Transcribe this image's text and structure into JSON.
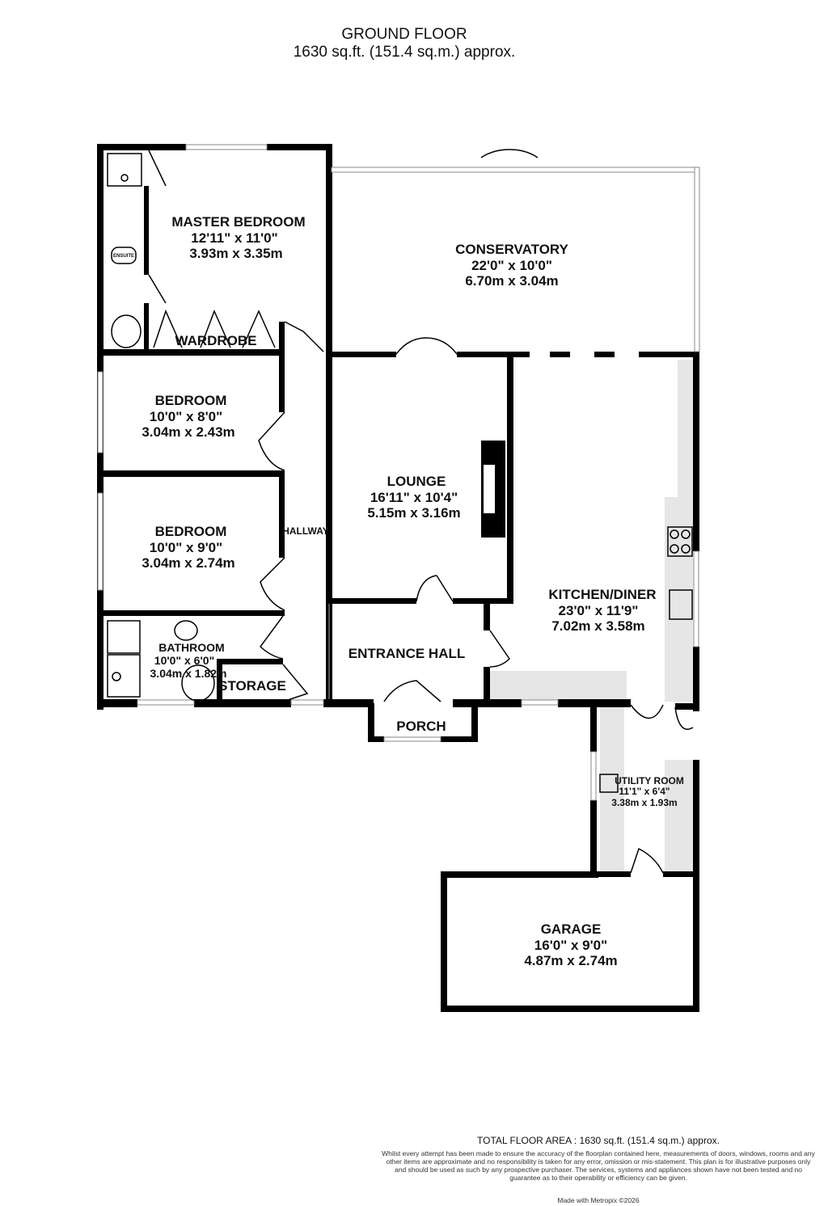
{
  "header": {
    "title": "GROUND FLOOR",
    "area": "1630 sq.ft. (151.4 sq.m.) approx."
  },
  "rooms": {
    "master_bedroom": {
      "name": "MASTER BEDROOM",
      "imperial": "12'11\"  x 11'0\"",
      "metric": "3.93m  x 3.35m"
    },
    "ensuite": {
      "name": "ENSUITE"
    },
    "wardrobe": {
      "name": "WARDROBE"
    },
    "conservatory": {
      "name": "CONSERVATORY",
      "imperial": "22'0\"  x 10'0\"",
      "metric": "6.70m  x 3.04m"
    },
    "bedroom1": {
      "name": "BEDROOM",
      "imperial": "10'0\"  x 8'0\"",
      "metric": "3.04m  x 2.43m"
    },
    "bedroom2": {
      "name": "BEDROOM",
      "imperial": "10'0\"  x 9'0\"",
      "metric": "3.04m  x 2.74m"
    },
    "hallway": {
      "name": "HALLWAY"
    },
    "lounge": {
      "name": "LOUNGE",
      "imperial": "16'11\"  x 10'4\"",
      "metric": "5.15m  x 3.16m"
    },
    "kitchen": {
      "name": "KITCHEN/DINER",
      "imperial": "23'0\"  x 11'9\"",
      "metric": "7.02m  x 3.58m"
    },
    "bathroom": {
      "name": "BATHROOM",
      "imperial": "10'0\"  x 6'0\"",
      "metric": "3.04m  x 1.82m"
    },
    "storage": {
      "name": "STORAGE"
    },
    "entrance_hall": {
      "name": "ENTRANCE HALL"
    },
    "porch": {
      "name": "PORCH"
    },
    "utility": {
      "name": "UTILITY ROOM",
      "imperial": "11'1\"  x 6'4\"",
      "metric": "3.38m  x 1.93m"
    },
    "garage": {
      "name": "GARAGE",
      "imperial": "16'0\"  x 9'0\"",
      "metric": "4.87m  x 2.74m"
    }
  },
  "footer": {
    "total": "TOTAL FLOOR AREA : 1630 sq.ft. (151.4 sq.m.) approx.",
    "disclaimer": "Whilst every attempt has been made to ensure the accuracy of the floorplan contained here, measurements of doors, windows, rooms and any other items are approximate and no responsibility is taken for any error, omission or mis-statement. This plan is for illustrative purposes only and should be used as such by any prospective purchaser. The services, systems and appliances shown have not been tested and no guarantee as to their operability or efficiency can be given.",
    "credit": "Made with Metropix ©2026"
  }
}
